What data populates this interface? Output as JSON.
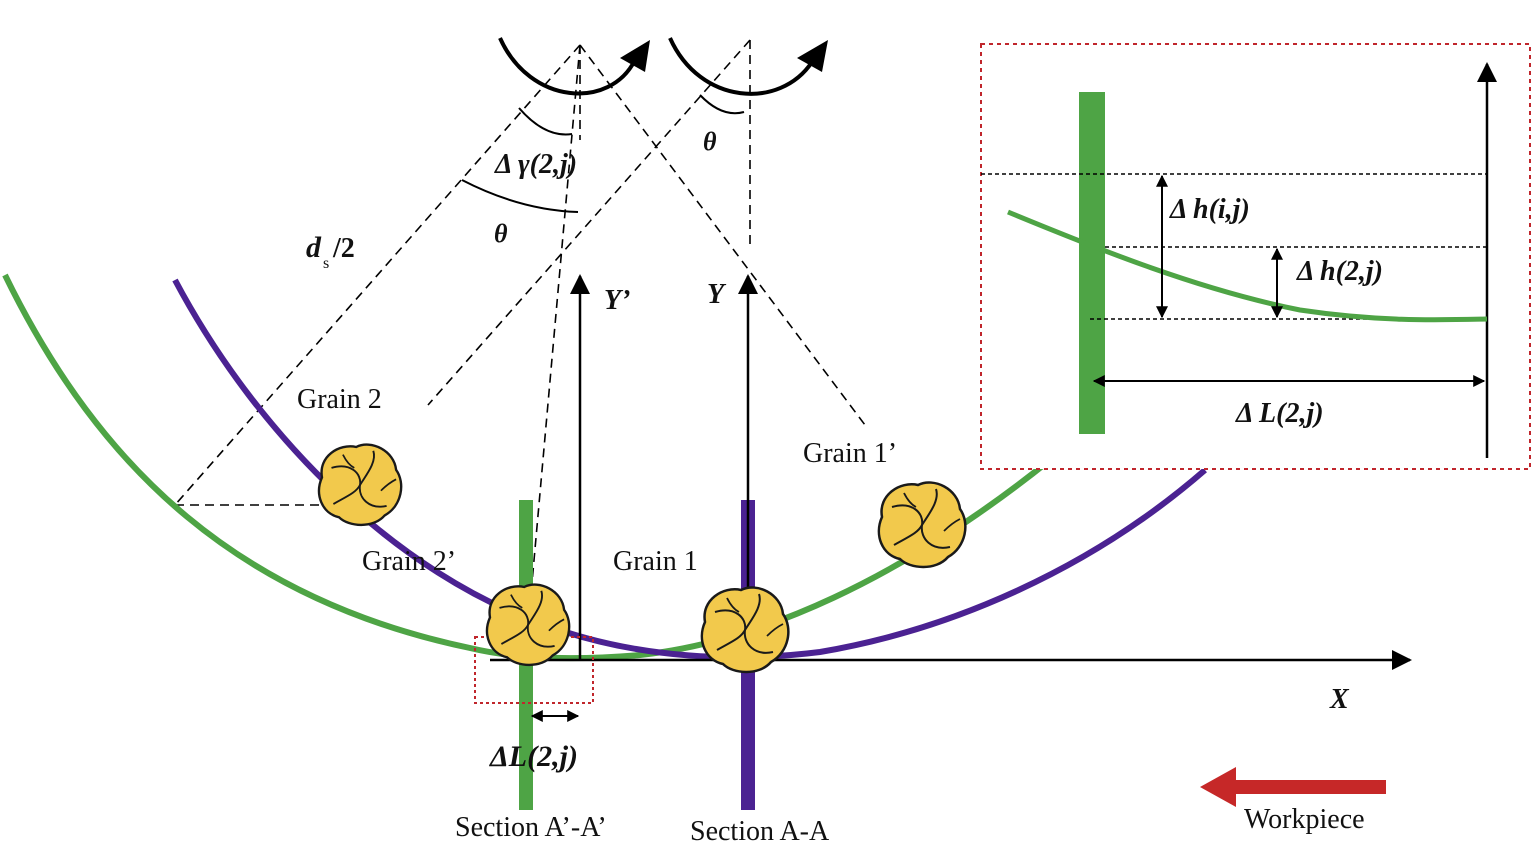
{
  "colors": {
    "green": "#4ea445",
    "purple": "#4b2292",
    "red": "#c62828",
    "grain_fill": "#f2c94c",
    "grain_stroke": "#1a1a1a",
    "inset_border": "#c0262c"
  },
  "labels": {
    "delta_gamma": "Δ γ(2,j)",
    "theta_top": "θ",
    "theta_mid": "θ",
    "ds": "d",
    "ds_sub": "s",
    "ds_tail": "/2",
    "y_prime": "Y’",
    "y": "Y",
    "x": "X",
    "grain2": "Grain 2",
    "grain2p": "Grain 2’",
    "grain1": "Grain 1",
    "grain1p": "Grain 1’",
    "delta_L_main": "ΔL(2,j)",
    "section_a_prime": "Section A’-A’",
    "section_a": "Section A-A",
    "workpiece": "Workpiece"
  },
  "inset": {
    "delta_h_ij": "Δ h(i,j)",
    "delta_h_2j": "Δ h(2,j)",
    "delta_L": "Δ L(2,j)"
  },
  "icons": {
    "rotation_arrow": "clockwise-arrow-icon",
    "abrasive_grain": "grain-icon",
    "workpiece_arrow": "left-arrow-icon"
  }
}
